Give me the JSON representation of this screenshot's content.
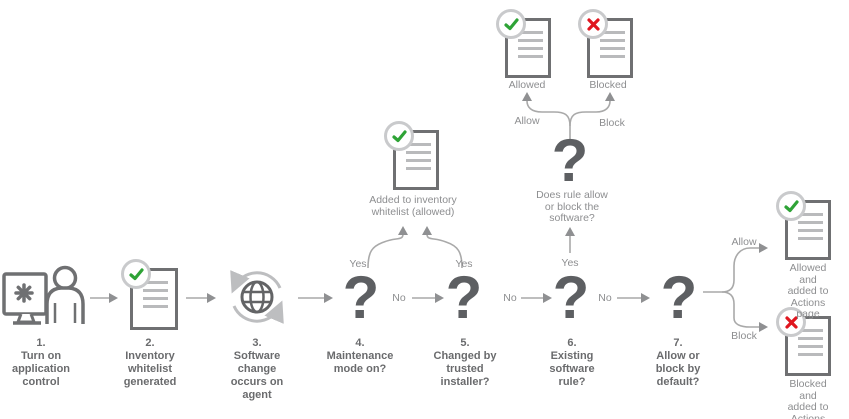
{
  "colors": {
    "green": "#2ea336",
    "red": "#e0161f",
    "icon_dark": "#6f7072",
    "line_gray": "#a9a9a9",
    "arrowhead_gray": "#8f9092",
    "caption_gray": "#6a6b6d",
    "label_gray": "#8d8e90"
  },
  "flow": {
    "question_glyph": "?",
    "steps": [
      {
        "caption": "1.\nTurn on\napplication\ncontrol",
        "icon": "person-at-computer"
      },
      {
        "caption": "2.\nInventory\nwhitelist\ngenerated",
        "icon": "document-check"
      },
      {
        "caption": "3.\nSoftware\nchange\noccurs on\nagent",
        "icon": "globe-sync"
      },
      {
        "caption": "4.\nMaintenance\nmode on?",
        "icon": "question-mark"
      },
      {
        "caption": "5.\nChanged by\ntrusted\ninstaller?",
        "icon": "question-mark"
      },
      {
        "caption": "6.\nExisting\nsoftware\nrule?",
        "icon": "question-mark"
      },
      {
        "caption": "7.\nAllow or\nblock by\ndefault?",
        "icon": "question-mark"
      }
    ],
    "edges": {
      "yes_maintenance": "Yes",
      "yes_installer": "Yes",
      "yes_rule": "Yes",
      "no_maintenance": "No",
      "no_installer": "No",
      "no_rule": "No",
      "rule_allow": "Allow",
      "rule_block": "Block",
      "default_allow": "Allow",
      "default_block": "Block"
    },
    "outcomes": {
      "whitelist_doc": "Added to inventory\nwhitelist (allowed)",
      "rule_question": "Does rule allow\nor block the\nsoftware?",
      "allowed_doc": "Allowed",
      "blocked_doc": "Blocked",
      "allowed_actions_doc": "Allowed and\nadded to\nActions page",
      "blocked_actions_doc": "Blocked and\nadded to\nActions page"
    }
  }
}
